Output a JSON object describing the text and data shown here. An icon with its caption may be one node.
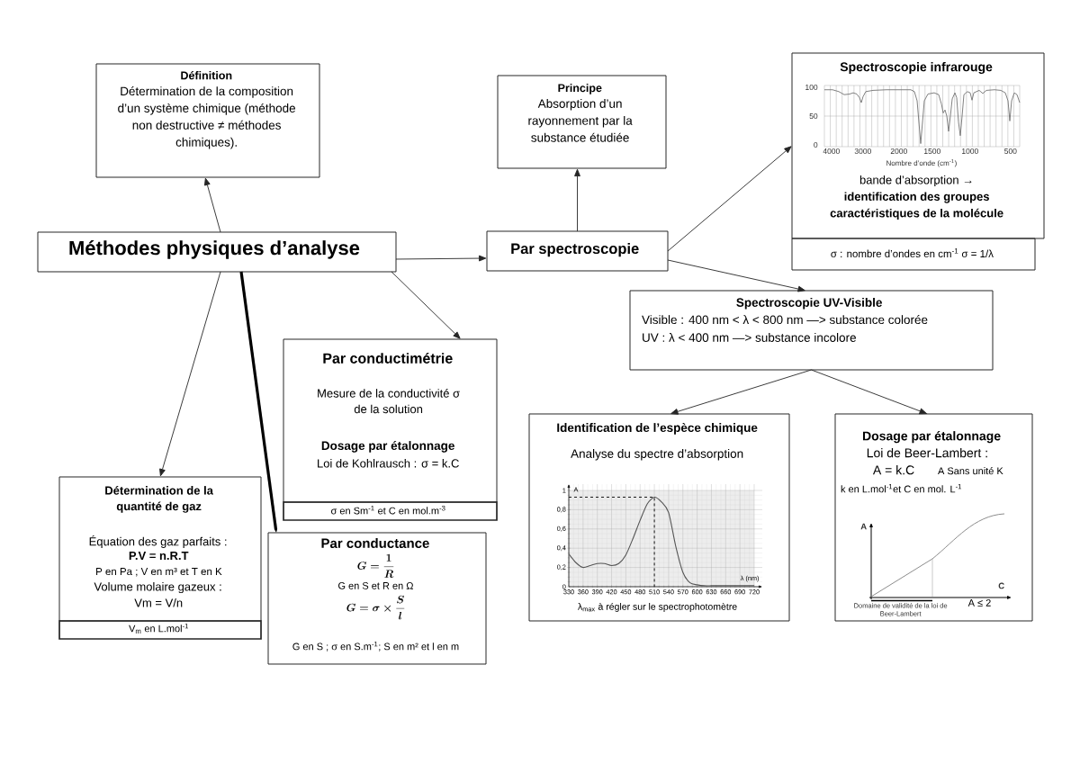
{
  "diagram": {
    "nodes": [
      {
        "text": [
          "Méthodes physiques d’analyse"
        ]
      },
      {
        "text": [
          "Définition",
          "Détermination de la composition d’un système chimique (méthode non destructive ≠ méthodes chimiques)."
        ]
      },
      {
        "text": [
          "Principe",
          "Absorption d’un rayonnement par la substance étudiée"
        ]
      },
      {
        "text": [
          "Par spectroscopie"
        ]
      },
      {
        "text": [
          "Spectroscopie infrarouge",
          "bande d’absorption → **identification des groupes caractéristiques de la molécule**"
        ]
      },
      {
        "text": [
          "σ : nombre d’ondes en cm$^{-1}$ σ = 1/λ"
        ]
      },
      {
        "text": [
          "Spectroscopie UV-Visible",
          "Visible : 400 nm < λ < 800 nm —> substance colorée",
          "UV : λ < 400 nm —> substance incolore"
        ]
      },
      {
        "text": [
          "Identification de l’espèce chimique",
          "Analyse du spectre d’absorption",
          "λ$_{max}$ à régler sur le spectrophotomètre"
        ]
      },
      {
        "text": [
          "Dosage par étalonnage",
          "Loi de Beer-Lambert :",
          "A = k.C",
          "A Sans unité K",
          "k en L.mol$^{-1}$et C en mol. L$^{-1}$",
          "A ≤ 2"
        ]
      },
      {
        "text": [
          "Par conductimétrie",
          "Mesure de la conductivité σ de la solution",
          "Dosage par étalonnage",
          "Loi de Kohlrausch : σ = k.C"
        ]
      },
      {
        "text": [
          "σ en Sm$^{-1}$ et C en mol.m$^{-3}$"
        ]
      },
      {
        "text": [
          "Par conductance",
          "G = \\dfrac{1}{R}",
          "G en S et R en Ω",
          "G = \\sigma \\times \\dfrac{S}{l}",
          "G en S ; σ en S.m$^{-1}$; S en m² et l en m"
        ]
      },
      {
        "text": [
          "Détermination de la quantité de gaz",
          "Équation des gaz parfaits :",
          "P.V = n.R.T",
          "P en Pa ; V en m³ et T en K",
          "Volume molaire gazeux :",
          "Vm = V/n"
        ]
      },
      {
        "text": [
          "V$_{m}$ en L.mol$^{-1}$"
        ]
      }
    ],
    "edges": [
      {
        "from": 0,
        "to": 1,
        "arrow": "to"
      },
      {
        "from": 0,
        "to": 3,
        "arrow": "to"
      },
      {
        "from": 0,
        "to": 9,
        "arrow": "to"
      },
      {
        "from": 0,
        "to": 12,
        "arrow": "to"
      },
      {
        "from": 0,
        "to": 11,
        "arrow": "to",
        "style": "thick"
      },
      {
        "from": 3,
        "to": 2,
        "arrow": "to"
      },
      {
        "from": 3,
        "to": 4,
        "arrow": "to"
      },
      {
        "from": 3,
        "to": 6,
        "arrow": "to"
      },
      {
        "from": 6,
        "to": 7,
        "arrow": "to"
      },
      {
        "from": 6,
        "to": 8,
        "arrow": "to"
      }
    ],
    "labels": [
      "100",
      "50",
      "0",
      "4000",
      "3000",
      "2000",
      "1500",
      "1000",
      "500",
      "Nombre d’onde (cm$^{-1}$)",
      "A",
      "C",
      "Domaine de validité de la loi de Beer-Lambert"
    ],
    "chart_data": {
      "type": "line",
      "xlabel": "λ (nm)",
      "ylabel": "A",
      "grid": true,
      "x": [
        330,
        345,
        360,
        375,
        390,
        405,
        420,
        435,
        450,
        465,
        480,
        495,
        510,
        525,
        540,
        555,
        570,
        585,
        600,
        615,
        630,
        645,
        660,
        675,
        690,
        705,
        720
      ],
      "series": [
        {
          "color": "#555555",
          "values": [
            0.34,
            0.25,
            0.2,
            0.22,
            0.24,
            0.24,
            0.22,
            0.24,
            0.33,
            0.5,
            0.69,
            0.86,
            0.93,
            0.88,
            0.77,
            0.42,
            0.15,
            0.04,
            0.02,
            0.01,
            0.01,
            0.01,
            0.01,
            0.01,
            0.01,
            0.01,
            0.01
          ]
        }
      ],
      "xlim": [
        330,
        720
      ],
      "ylim": [
        0,
        1
      ],
      "xticks": [
        {
          "value": 330,
          "label": "330"
        },
        {
          "value": 360,
          "label": "360"
        },
        {
          "value": 390,
          "label": "390"
        },
        {
          "value": 420,
          "label": "420"
        },
        {
          "value": 450,
          "label": "450"
        },
        {
          "value": 480,
          "label": "480"
        },
        {
          "value": 510,
          "label": "510"
        },
        {
          "value": 540,
          "label": "540"
        },
        {
          "value": 570,
          "label": "570"
        },
        {
          "value": 600,
          "label": "600"
        },
        {
          "value": 630,
          "label": "630"
        },
        {
          "value": 660,
          "label": "660"
        },
        {
          "value": 690,
          "label": "690"
        },
        {
          "value": 720,
          "label": "720"
        }
      ],
      "yticks": [
        {
          "value": 0,
          "label": "0"
        },
        {
          "value": 0.2,
          "label": "0,2"
        },
        {
          "value": 0.4,
          "label": "0,4"
        },
        {
          "value": 0.6,
          "label": "0,6"
        },
        {
          "value": 0.8,
          "label": "0,8"
        },
        {
          "value": 1,
          "label": "1"
        }
      ]
    }
  }
}
